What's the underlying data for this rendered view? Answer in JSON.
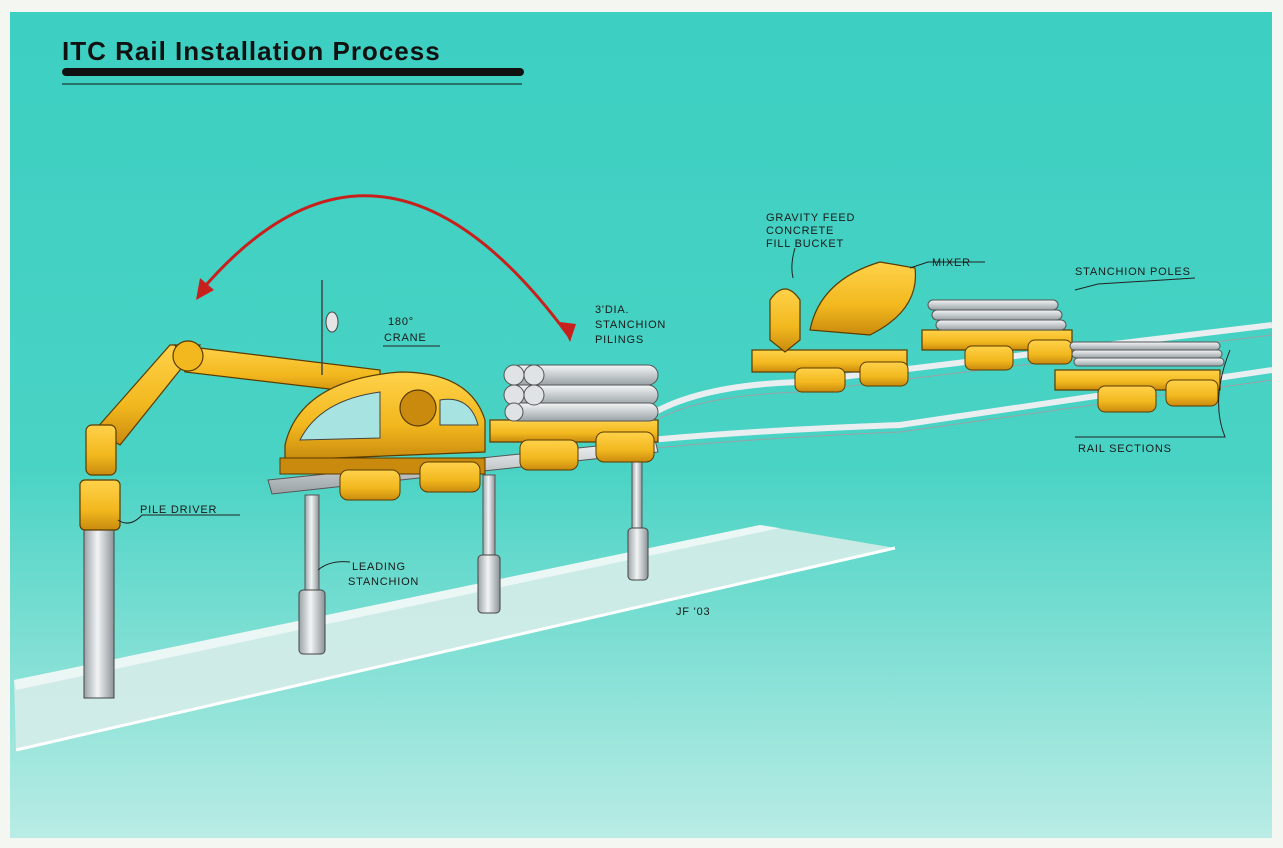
{
  "title": "ITC Rail Installation Process",
  "labels": {
    "pile_driver": "PILE DRIVER",
    "leading_stanchion_line1": "LEADING",
    "leading_stanchion_line2": "STANCHION",
    "crane_line1": "180°",
    "crane_line2": "CRANE",
    "pilings_line1": "3'DIA.",
    "pilings_line2": "STANCHION",
    "pilings_line3": "PILINGS",
    "bucket_line1": "GRAVITY FEED",
    "bucket_line2": "CONCRETE",
    "bucket_line3": "FILL BUCKET",
    "mixer": "MIXER",
    "stanchion_poles": "STANCHION POLES",
    "rail_sections": "RAIL SECTIONS"
  },
  "signature": "JF '03",
  "colors": {
    "background": "#3fcfc1",
    "machine_yellow": "#f2b81e",
    "machine_shadow": "#c98a0e",
    "pipe": "#d9dde0",
    "arrow": "#c8201c",
    "ground": "#d8ecea"
  }
}
